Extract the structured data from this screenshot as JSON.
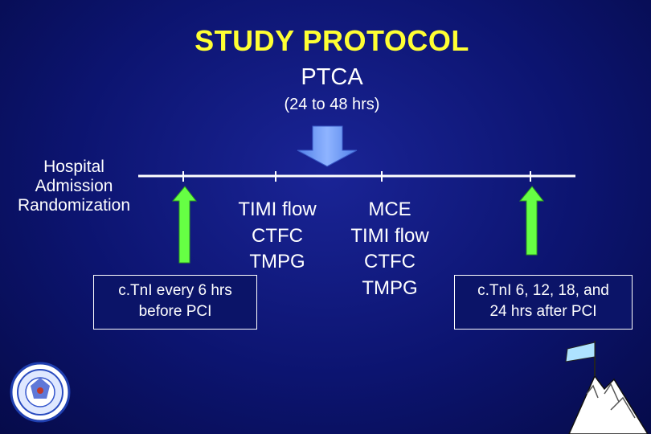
{
  "slide": {
    "title": "STUDY PROTOCOL",
    "procedure": "PTCA",
    "procedure_window": "(24 to 48 hrs)",
    "admission": {
      "line1": "Hospital",
      "line2": "Admission",
      "line3": "Randomization"
    },
    "column1": [
      "TIMI flow",
      "CTFC",
      "TMPG"
    ],
    "column2": [
      "MCE",
      "TIMI flow",
      "CTFC",
      "TMPG"
    ],
    "box_before": {
      "line1": "c.TnI every 6 hrs",
      "line2": "before PCI"
    },
    "box_after": {
      "line1": "c.TnI 6, 12, 18, and",
      "line2": "24 hrs after PCI"
    }
  },
  "colors": {
    "title": "#ffff33",
    "arrow_green": "#66ff44",
    "arrow_blue": "#6699ff",
    "text": "#ffffff",
    "background": "#0c1470"
  },
  "icons": {
    "procedure_arrow": "down-arrow-icon",
    "sample_arrows": "up-arrow-icon",
    "bottom_left": "seal-logo-icon",
    "bottom_right": "mountain-flag-icon"
  }
}
